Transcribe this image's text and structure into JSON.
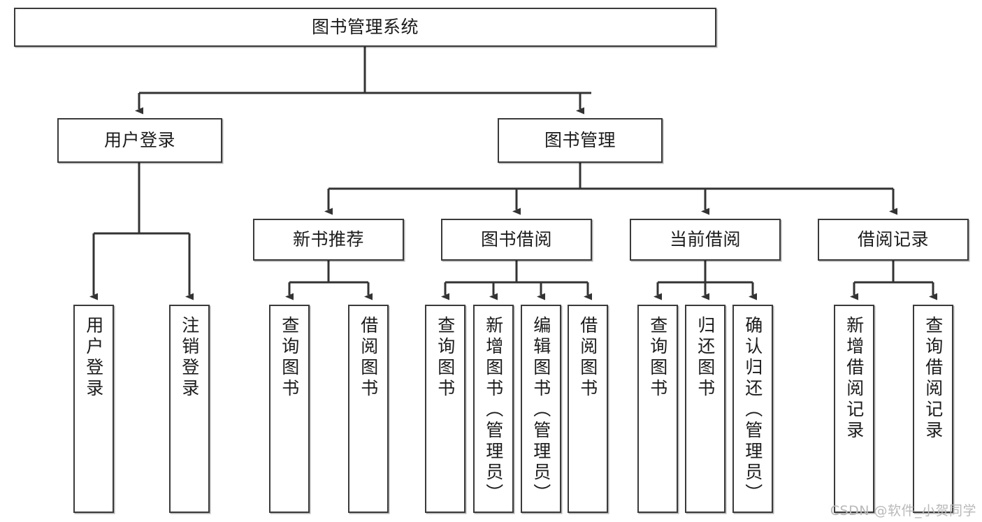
{
  "diagram": {
    "type": "tree-hierarchy",
    "root": {
      "id": "root",
      "label": "图书管理系统"
    },
    "level2": [
      {
        "id": "login",
        "label": "用户登录"
      },
      {
        "id": "bookmgmt",
        "label": "图书管理"
      }
    ],
    "level3": [
      {
        "id": "newbook",
        "label": "新书推荐",
        "parent": "bookmgmt"
      },
      {
        "id": "borrow",
        "label": "图书借阅",
        "parent": "bookmgmt"
      },
      {
        "id": "current",
        "label": "当前借阅",
        "parent": "bookmgmt"
      },
      {
        "id": "record",
        "label": "借阅记录",
        "parent": "bookmgmt"
      }
    ],
    "leaves": [
      {
        "id": "leaf-1",
        "label": "用户登录",
        "parent": "login"
      },
      {
        "id": "leaf-2",
        "label": "注销登录",
        "parent": "login"
      },
      {
        "id": "leaf-3",
        "label": "查询图书",
        "parent": "newbook"
      },
      {
        "id": "leaf-4",
        "label": "借阅图书",
        "parent": "newbook"
      },
      {
        "id": "leaf-5",
        "label": "查询图书",
        "parent": "borrow"
      },
      {
        "id": "leaf-6",
        "label": "新增图书（管理员）",
        "parent": "borrow"
      },
      {
        "id": "leaf-7",
        "label": "编辑图书（管理员）",
        "parent": "borrow"
      },
      {
        "id": "leaf-8",
        "label": "借阅图书",
        "parent": "borrow"
      },
      {
        "id": "leaf-9",
        "label": "查询图书",
        "parent": "current"
      },
      {
        "id": "leaf-10",
        "label": "归还图书",
        "parent": "current"
      },
      {
        "id": "leaf-11",
        "label": "确认归还（管理员）",
        "parent": "current"
      },
      {
        "id": "leaf-12",
        "label": "新增借阅记录",
        "parent": "record"
      },
      {
        "id": "leaf-13",
        "label": "查询借阅记录",
        "parent": "record"
      }
    ],
    "colors": {
      "box_border": "#3a3a3a",
      "box_fill": "#ffffff",
      "connector": "#333333",
      "text": "#1b1b1b",
      "watermark": "#b9b9b9"
    }
  },
  "watermark": {
    "text": "CSDN @软件_小贺同学"
  }
}
